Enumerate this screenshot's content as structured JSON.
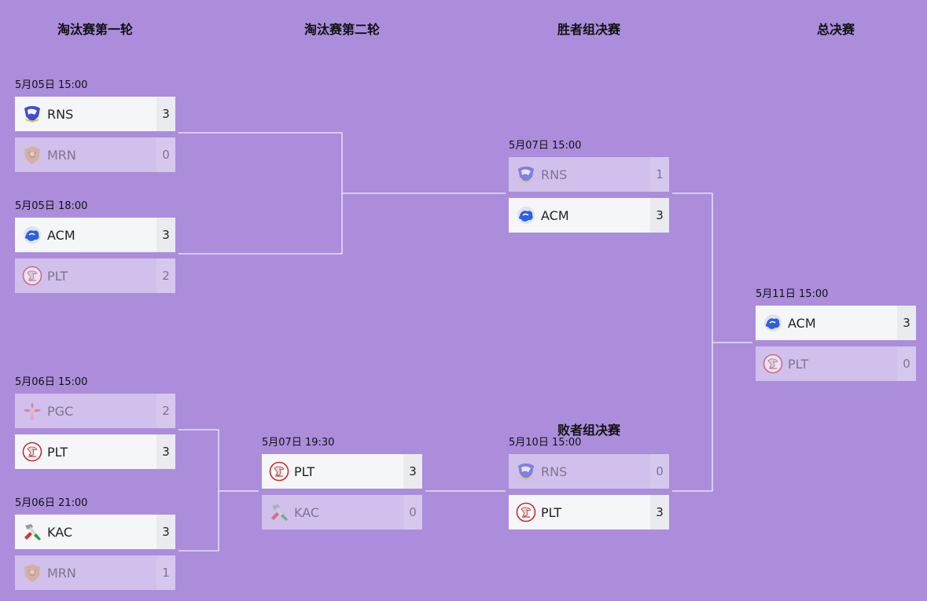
{
  "headers": {
    "round1": "淘汰赛第一轮",
    "round2": "淘汰赛第二轮",
    "winners_final": "胜者组决赛",
    "grand_final": "总决赛",
    "losers_final": "败者组决赛"
  },
  "matches": {
    "m1": {
      "time": "5月05日 15:00",
      "team1": {
        "name": "RNS",
        "score": "3"
      },
      "team2": {
        "name": "MRN",
        "score": "0"
      }
    },
    "m2": {
      "time": "5月05日 18:00",
      "team1": {
        "name": "ACM",
        "score": "3"
      },
      "team2": {
        "name": "PLT",
        "score": "2"
      }
    },
    "m3": {
      "time": "5月06日 15:00",
      "team1": {
        "name": "PGC",
        "score": "2"
      },
      "team2": {
        "name": "PLT",
        "score": "3"
      }
    },
    "m4": {
      "time": "5月06日 21:00",
      "team1": {
        "name": "KAC",
        "score": "3"
      },
      "team2": {
        "name": "MRN",
        "score": "1"
      }
    },
    "m5": {
      "time": "5月07日 19:30",
      "team1": {
        "name": "PLT",
        "score": "3"
      },
      "team2": {
        "name": "KAC",
        "score": "0"
      }
    },
    "m6": {
      "time": "5月07日 15:00",
      "team1": {
        "name": "RNS",
        "score": "1"
      },
      "team2": {
        "name": "ACM",
        "score": "3"
      }
    },
    "m7": {
      "time": "5月10日 15:00",
      "team1": {
        "name": "RNS",
        "score": "0"
      },
      "team2": {
        "name": "PLT",
        "score": "3"
      }
    },
    "m8": {
      "time": "5月11日 15:00",
      "team1": {
        "name": "ACM",
        "score": "3"
      },
      "team2": {
        "name": "PLT",
        "score": "0"
      }
    }
  },
  "colors": {
    "background": "#ab8ddb",
    "winner_row": "#f4f6f8",
    "loser_row": "rgba(255,255,255,0.45)",
    "connector": "#ffffff"
  },
  "logos": {
    "RNS": "rns-logo-icon",
    "MRN": "mrn-logo-icon",
    "ACM": "acm-logo-icon",
    "PLT": "plt-logo-icon",
    "PGC": "pgc-logo-icon",
    "KAC": "kac-logo-icon"
  }
}
